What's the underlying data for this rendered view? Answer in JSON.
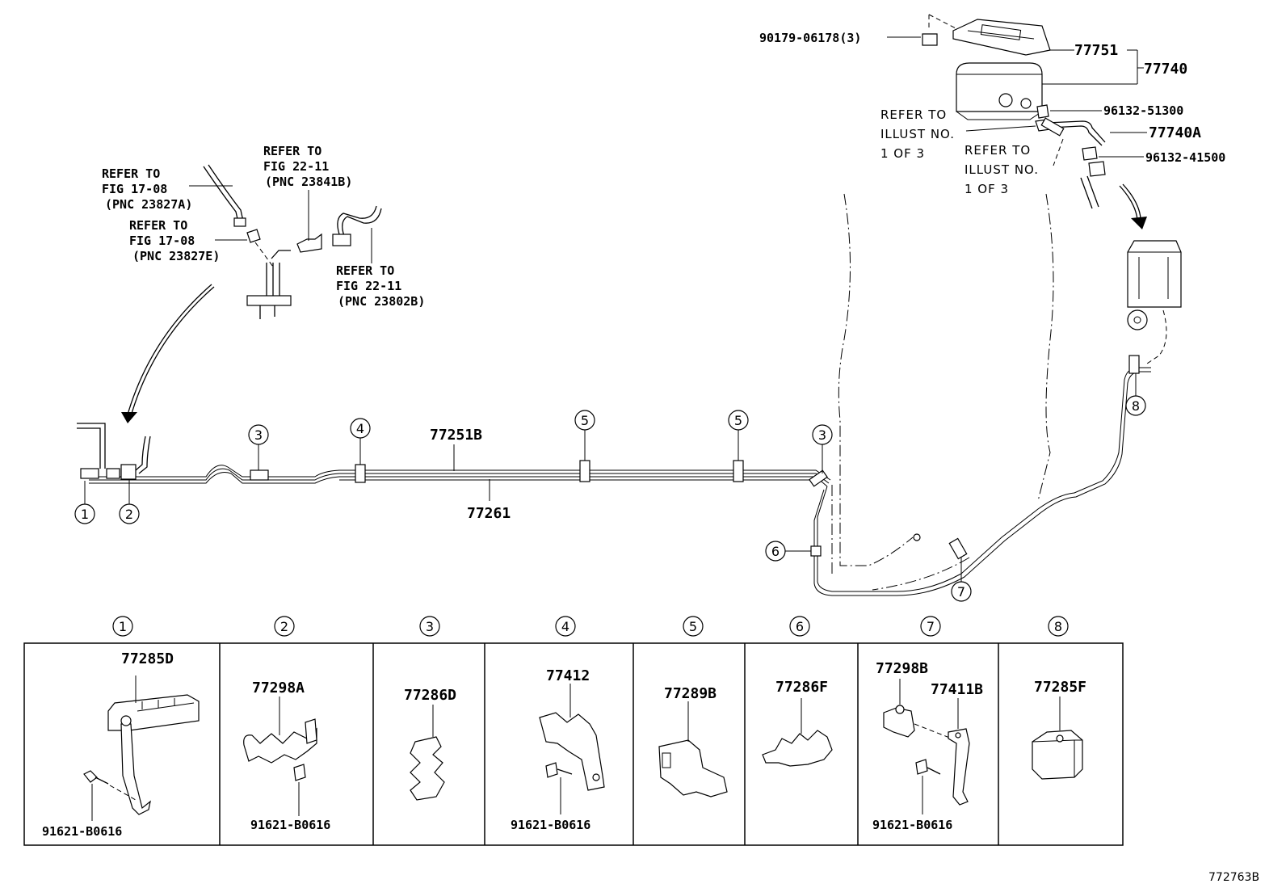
{
  "diagram_id": "772763B",
  "top_labels": {
    "p_90179": "90179-06178(3)",
    "p_77751": "77751",
    "p_77740": "77740",
    "p_96132_51300": "96132-51300",
    "p_77740A": "77740A",
    "p_96132_41500": "96132-41500",
    "p_77251B": "77251B",
    "p_77261": "77261"
  },
  "refer_notes": {
    "fig17_a": [
      "REFER TO",
      "FIG 17-08",
      "(PNC 23827A)"
    ],
    "fig17_e": [
      "REFER TO",
      "FIG 17-08",
      "(PNC 23827E)"
    ],
    "fig22_b41": [
      "REFER TO",
      "FIG 22-11",
      "(PNC 23841B)"
    ],
    "fig22_b02": [
      "REFER TO",
      "FIG 22-11",
      "(PNC 23802B)"
    ],
    "illust_1": [
      "REFER TO",
      "ILLUST NO.",
      "1 OF 3"
    ],
    "illust_2": [
      "REFER TO",
      "ILLUST NO.",
      "1 OF 3"
    ]
  },
  "callouts": {
    "c1": "1",
    "c2": "2",
    "c3a": "3",
    "c3b": "3",
    "c4": "4",
    "c5a": "5",
    "c5b": "5",
    "c6": "6",
    "c7": "7",
    "c8": "8"
  },
  "detail_panels": [
    {
      "num": "1",
      "part": "77285D",
      "bolt": "91621-B0616"
    },
    {
      "num": "2",
      "part": "77298A",
      "bolt": "91621-B0616"
    },
    {
      "num": "3",
      "part": "77286D",
      "bolt": ""
    },
    {
      "num": "4",
      "part": "77412",
      "bolt": "91621-B0616"
    },
    {
      "num": "5",
      "part": "77289B",
      "bolt": ""
    },
    {
      "num": "6",
      "part": "77286F",
      "bolt": ""
    },
    {
      "num": "7",
      "part": "77298B",
      "part2": "77411B",
      "bolt": "91621-B0616"
    },
    {
      "num": "8",
      "part": "77285F",
      "bolt": ""
    }
  ]
}
